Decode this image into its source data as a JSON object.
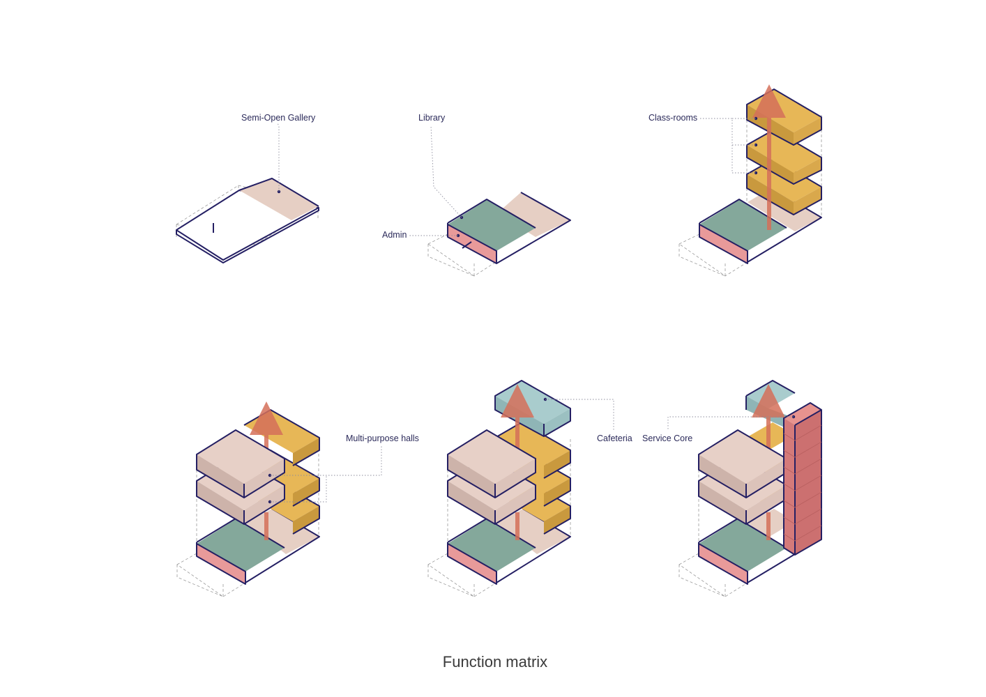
{
  "labels": {
    "semi_open_gallery": "Semi-Open Gallery",
    "library": "Library",
    "admin": "Admin",
    "class_rooms": "Class-rooms",
    "multi_purpose_halls": "Multi-purpose halls",
    "cafeteria": "Cafeteria",
    "service_core": "Service Core"
  },
  "title": "Function matrix",
  "colors": {
    "outline": "#241f63",
    "gallery": "#e6cfc4",
    "library": "#84a89b",
    "admin": "#e89a9a",
    "classroom": "#e7b757",
    "hall": "#e7d0c7",
    "cafeteria": "#a9cccd",
    "service_core": "#d47a7a",
    "arrow": "#d5705a"
  }
}
